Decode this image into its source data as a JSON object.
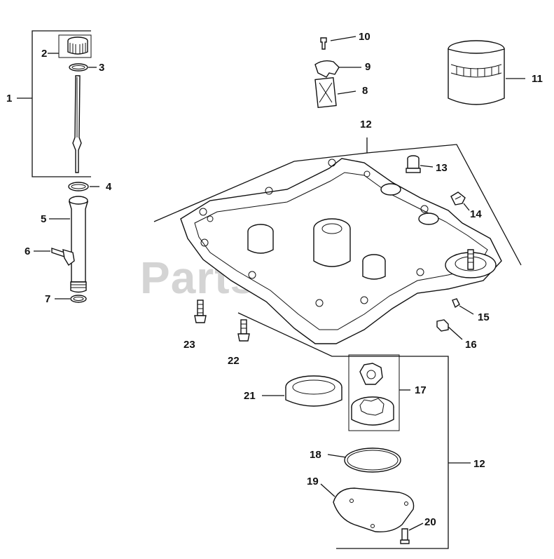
{
  "watermark": "PartsTree",
  "callouts": {
    "c1": "1",
    "c2": "2",
    "c3": "3",
    "c4": "4",
    "c5": "5",
    "c6": "6",
    "c7": "7",
    "c8": "8",
    "c9": "9",
    "c10": "10",
    "c11": "11",
    "c12a": "12",
    "c12b": "12",
    "c13": "13",
    "c14": "14",
    "c15": "15",
    "c16": "16",
    "c17": "17",
    "c18": "18",
    "c19": "19",
    "c20": "20",
    "c21": "21",
    "c22": "22",
    "c23": "23"
  }
}
